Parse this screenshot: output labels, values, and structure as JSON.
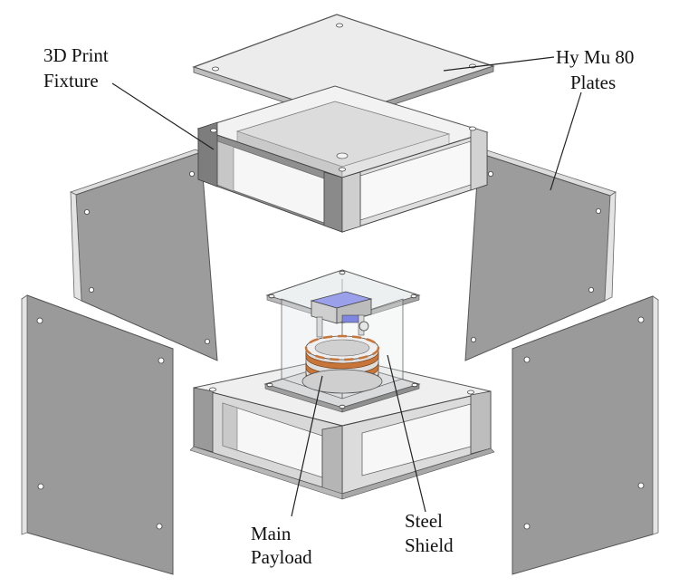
{
  "labels": {
    "fixture": [
      "3D Print",
      "Fixture"
    ],
    "plates": [
      "Hy Mu 80",
      "Plates"
    ],
    "payload": [
      "Main",
      "Payload"
    ],
    "shield": [
      "Steel",
      "Shield"
    ]
  },
  "colors": {
    "plate_face": "#9a9a9a",
    "plate_edge": "#d6d6d6",
    "plate_top": "#eeeeee",
    "fixture_light": "#f4f4f4",
    "fixture_mid": "#d4d4d4",
    "fixture_dark": "#8f8f8f",
    "coil_orange": "#c8753a",
    "sensor_blue": "#7f86e0",
    "outline": "#5a5a5a",
    "leader": "#222222"
  }
}
